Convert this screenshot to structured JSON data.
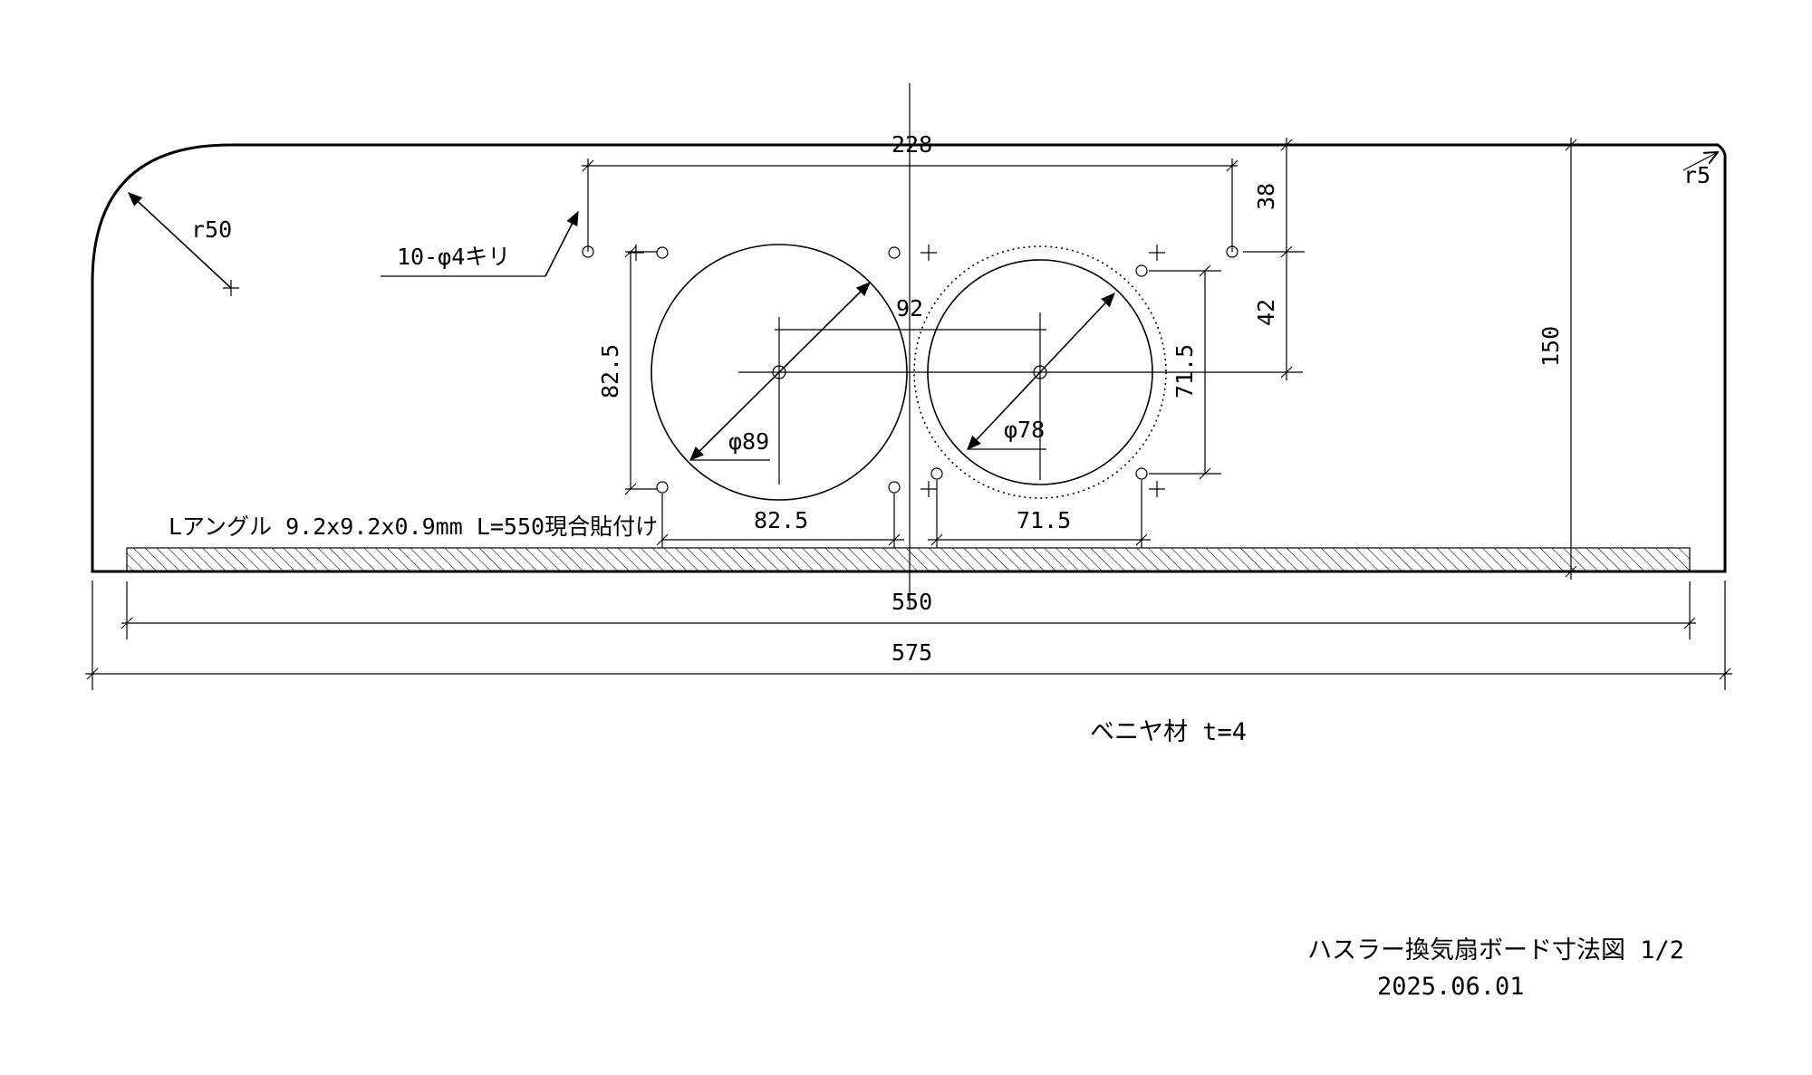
{
  "board": {
    "material": "ベニヤ材 t=4",
    "title": "ハスラー換気扇ボード寸法図 1/2",
    "date": "2025.06.01"
  },
  "dimensions": {
    "total_width": "575",
    "angle_width": "550",
    "height": "150",
    "hole_span": "228",
    "top_offset": "38",
    "center_offset": "42",
    "center_distance": "92",
    "left_square_v": "82.5",
    "left_square_h": "82.5",
    "right_square_v": "71.5",
    "right_square_h": "71.5",
    "corner_large": "r50",
    "corner_small": "r5"
  },
  "annotations": {
    "holes": "10-φ4キリ",
    "left_diameter": "φ89",
    "right_diameter": "φ78",
    "angle_note": "Lアングル 9.2x9.2x0.9mm L=550現合貼付け"
  }
}
